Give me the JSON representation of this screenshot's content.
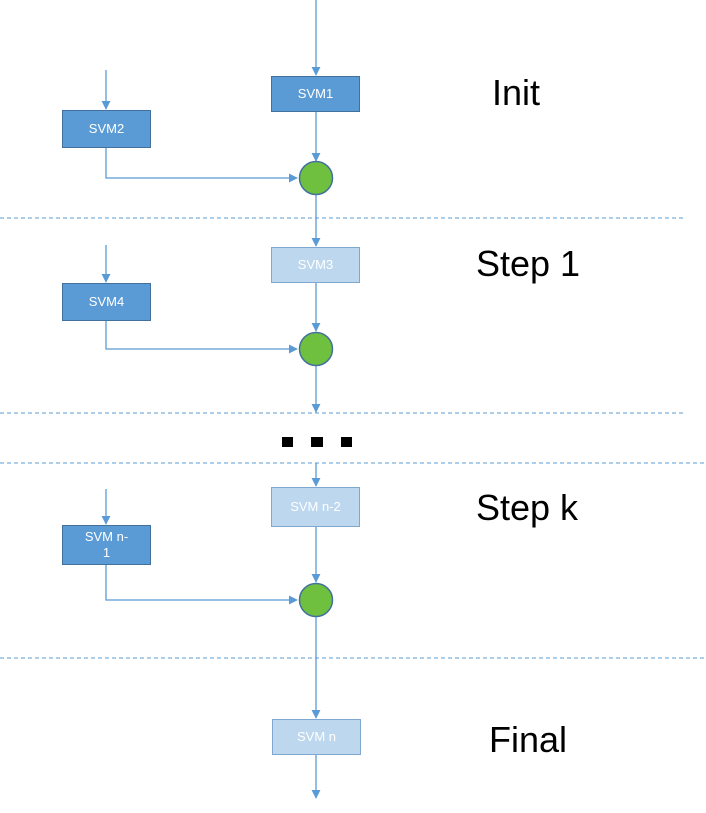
{
  "stages": {
    "init": "Init",
    "step1": "Step 1",
    "stepk": "Step k",
    "final": "Final"
  },
  "boxes": {
    "svm1": "SVM1",
    "svm2": "SVM2",
    "svm3": "SVM3",
    "svm4": "SVM4",
    "svm_n_minus_2": "SVM n-2",
    "svm_n_minus_1": "SVM n-\n1",
    "svm_n": "SVM n"
  },
  "colors": {
    "box_dark": "#5b9bd5",
    "box_light": "#bdd7ee",
    "box_border": "#41719c",
    "arrow": "#5b9bd5",
    "combiner": "#70c040",
    "divider": "#5b9bd5"
  }
}
